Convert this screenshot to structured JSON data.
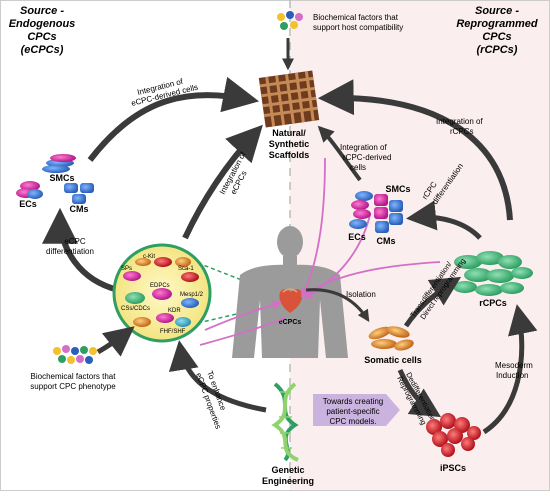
{
  "panels": {
    "left_title": [
      "Source -",
      "Endogenous",
      "CPCs",
      "(eCPCs)"
    ],
    "right_title": [
      "Source -",
      "Reprogrammed",
      "CPCs",
      "(rCPCs)"
    ]
  },
  "nodes": {
    "scaffolds": [
      "Natural/",
      "Synthetic",
      "Scaffolds"
    ],
    "smcs_left": "SMCs",
    "ecs_left": "ECs",
    "cms_left": "CMs",
    "smcs_right": "SMCs",
    "ecs_right": "ECs",
    "cms_right": "CMs",
    "rcpcs": "rCPCs",
    "ecpcs": "eCPCs",
    "somatic": "Somatic cells",
    "ipscs": "iPSCs",
    "genetic": [
      "Genetic",
      "Engineering"
    ]
  },
  "circle_labels": {
    "ckit": "c-Kit",
    "sps": "SPs",
    "sca1": "Sca-1",
    "edpcs": "EDPCs",
    "csdc": "CSs/CDCs",
    "mesp": "Mesp1/2",
    "kdr": "KDR",
    "fhf": "FHF/SHF"
  },
  "arrows": {
    "integration_ecpc_derived": [
      "Integration of",
      "eCPC-derived  cells"
    ],
    "integration_ecpcs": [
      "Integration of",
      "eCPCs"
    ],
    "integration_rcpc_derived": [
      "Integration of",
      "rCPC-derived",
      "cells"
    ],
    "integration_rcpcs": [
      "Integration of",
      "rCPCs"
    ],
    "ecpc_diff": [
      "eCPC",
      "differentiation"
    ],
    "rcpc_diff": [
      "rCPC",
      "differentiation"
    ],
    "isolation": "Isolation",
    "transdiff": [
      "Transdifferentiation/",
      "Direct reprogramming"
    ],
    "dediff": [
      "Dedifferentiation/",
      "Reprogramming"
    ],
    "mesoderm": [
      "Mesoderm",
      "Induction"
    ],
    "enhance": [
      "To enhance",
      "eCPC properties"
    ]
  },
  "factors": {
    "top": [
      "Biochemical factors that",
      "support host compatibility"
    ],
    "bottom": [
      "Biochemical factors that",
      "support CPC phenotype"
    ]
  },
  "towards": [
    "Towards creating",
    "patient-specific",
    "CPC models."
  ],
  "colors": {
    "right_panel": "#fbeeee",
    "arrow": "#3a3a3a",
    "magenta": "#d36fc6",
    "green": "#2e9e62",
    "purple_box": "#cbb3df"
  }
}
